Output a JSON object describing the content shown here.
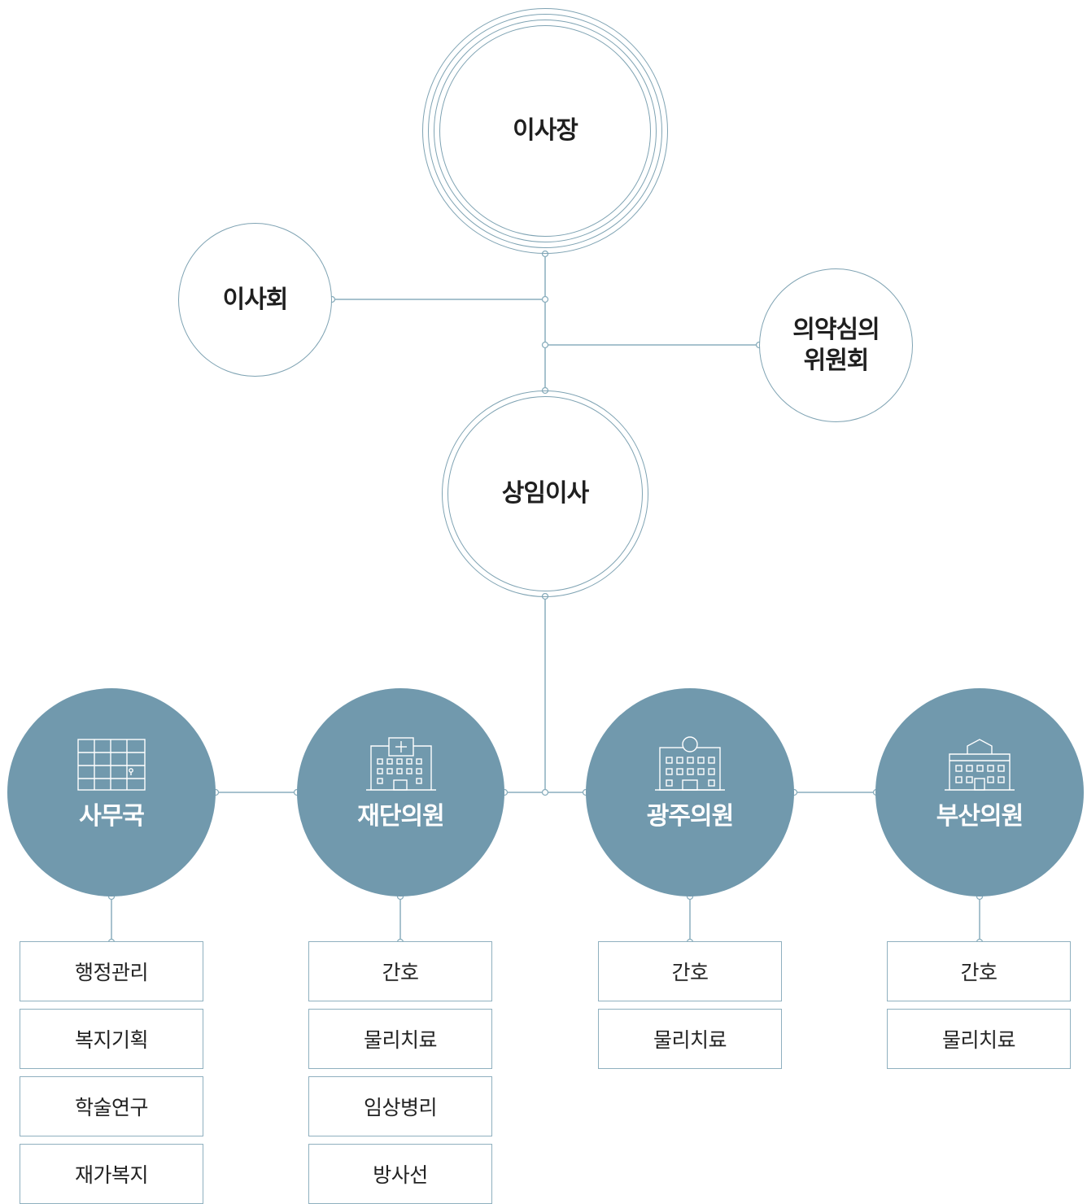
{
  "chairman": "이사장",
  "board": "이사회",
  "committee": [
    "의약심의",
    "위원회"
  ],
  "standing_director": "상임이사",
  "branches": [
    {
      "name": "사무국",
      "icon": "office-building-icon",
      "items": [
        "행정관리",
        "복지기획",
        "학술연구",
        "재가복지"
      ]
    },
    {
      "name": "재단의원",
      "icon": "hospital-cross-building-icon",
      "items": [
        "간호",
        "물리치료",
        "임상병리",
        "방사선"
      ]
    },
    {
      "name": "광주의원",
      "icon": "clinic-clock-building-icon",
      "items": [
        "간호",
        "물리치료"
      ]
    },
    {
      "name": "부산의원",
      "icon": "clinic-roof-building-icon",
      "items": [
        "간호",
        "물리치료"
      ]
    }
  ],
  "colors": {
    "line": "#7fa3b3",
    "fill": "#7199ad",
    "box_border": "#8fb0bf"
  }
}
